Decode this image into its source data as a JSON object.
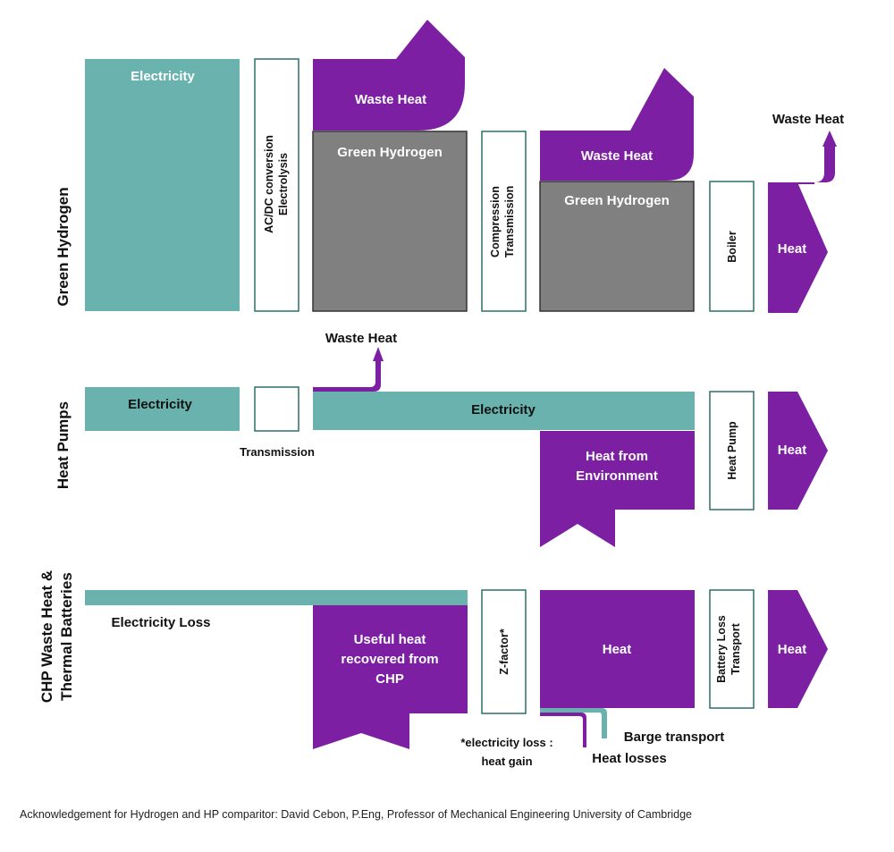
{
  "colors": {
    "teal": "#6ab2ae",
    "purple": "#7c1fa2",
    "gray": "#808080",
    "box_stroke": "#2e6e6a",
    "text_dark": "#111111",
    "text_light": "#ffffff"
  },
  "rows": {
    "green_hydrogen": {
      "label": "Green Hydrogen",
      "electricity": "Electricity",
      "conversion": [
        "AC/DC conversion",
        "Electrolysis"
      ],
      "waste_heat_1": "Waste Heat",
      "green_hydrogen_1": "Green Hydrogen",
      "compression": [
        "Compression",
        "Transmission"
      ],
      "waste_heat_2": "Waste Heat",
      "green_hydrogen_2": "Green Hydrogen",
      "boiler": "Boiler",
      "waste_heat_3": "Waste Heat",
      "heat": "Heat"
    },
    "heat_pumps": {
      "label": "Heat Pumps",
      "electricity_1": "Electricity",
      "transmission": "Transmission",
      "waste_heat": "Waste Heat",
      "electricity_2": "Electricity",
      "heat_from_environment": [
        "Heat from",
        "Environment"
      ],
      "heat_pump": "Heat Pump",
      "heat": "Heat"
    },
    "chp": {
      "label": [
        "CHP Waste Heat &",
        "Thermal Batteries"
      ],
      "electricity_loss": "Electricity Loss",
      "useful_heat": [
        "Useful heat",
        "recovered from",
        "CHP"
      ],
      "z_factor": "Z-factor*",
      "z_note": [
        "*electricity loss :",
        "heat gain"
      ],
      "heat_mid": "Heat",
      "heat_losses": "Heat losses",
      "barge_transport": "Barge transport",
      "battery": [
        "Battery Loss",
        "Transport"
      ],
      "heat": "Heat"
    }
  },
  "acknowledgement": "Acknowledgement for Hydrogen and HP comparitor: David Cebon, P.Eng, Professor of Mechanical Engineering University of Cambridge"
}
